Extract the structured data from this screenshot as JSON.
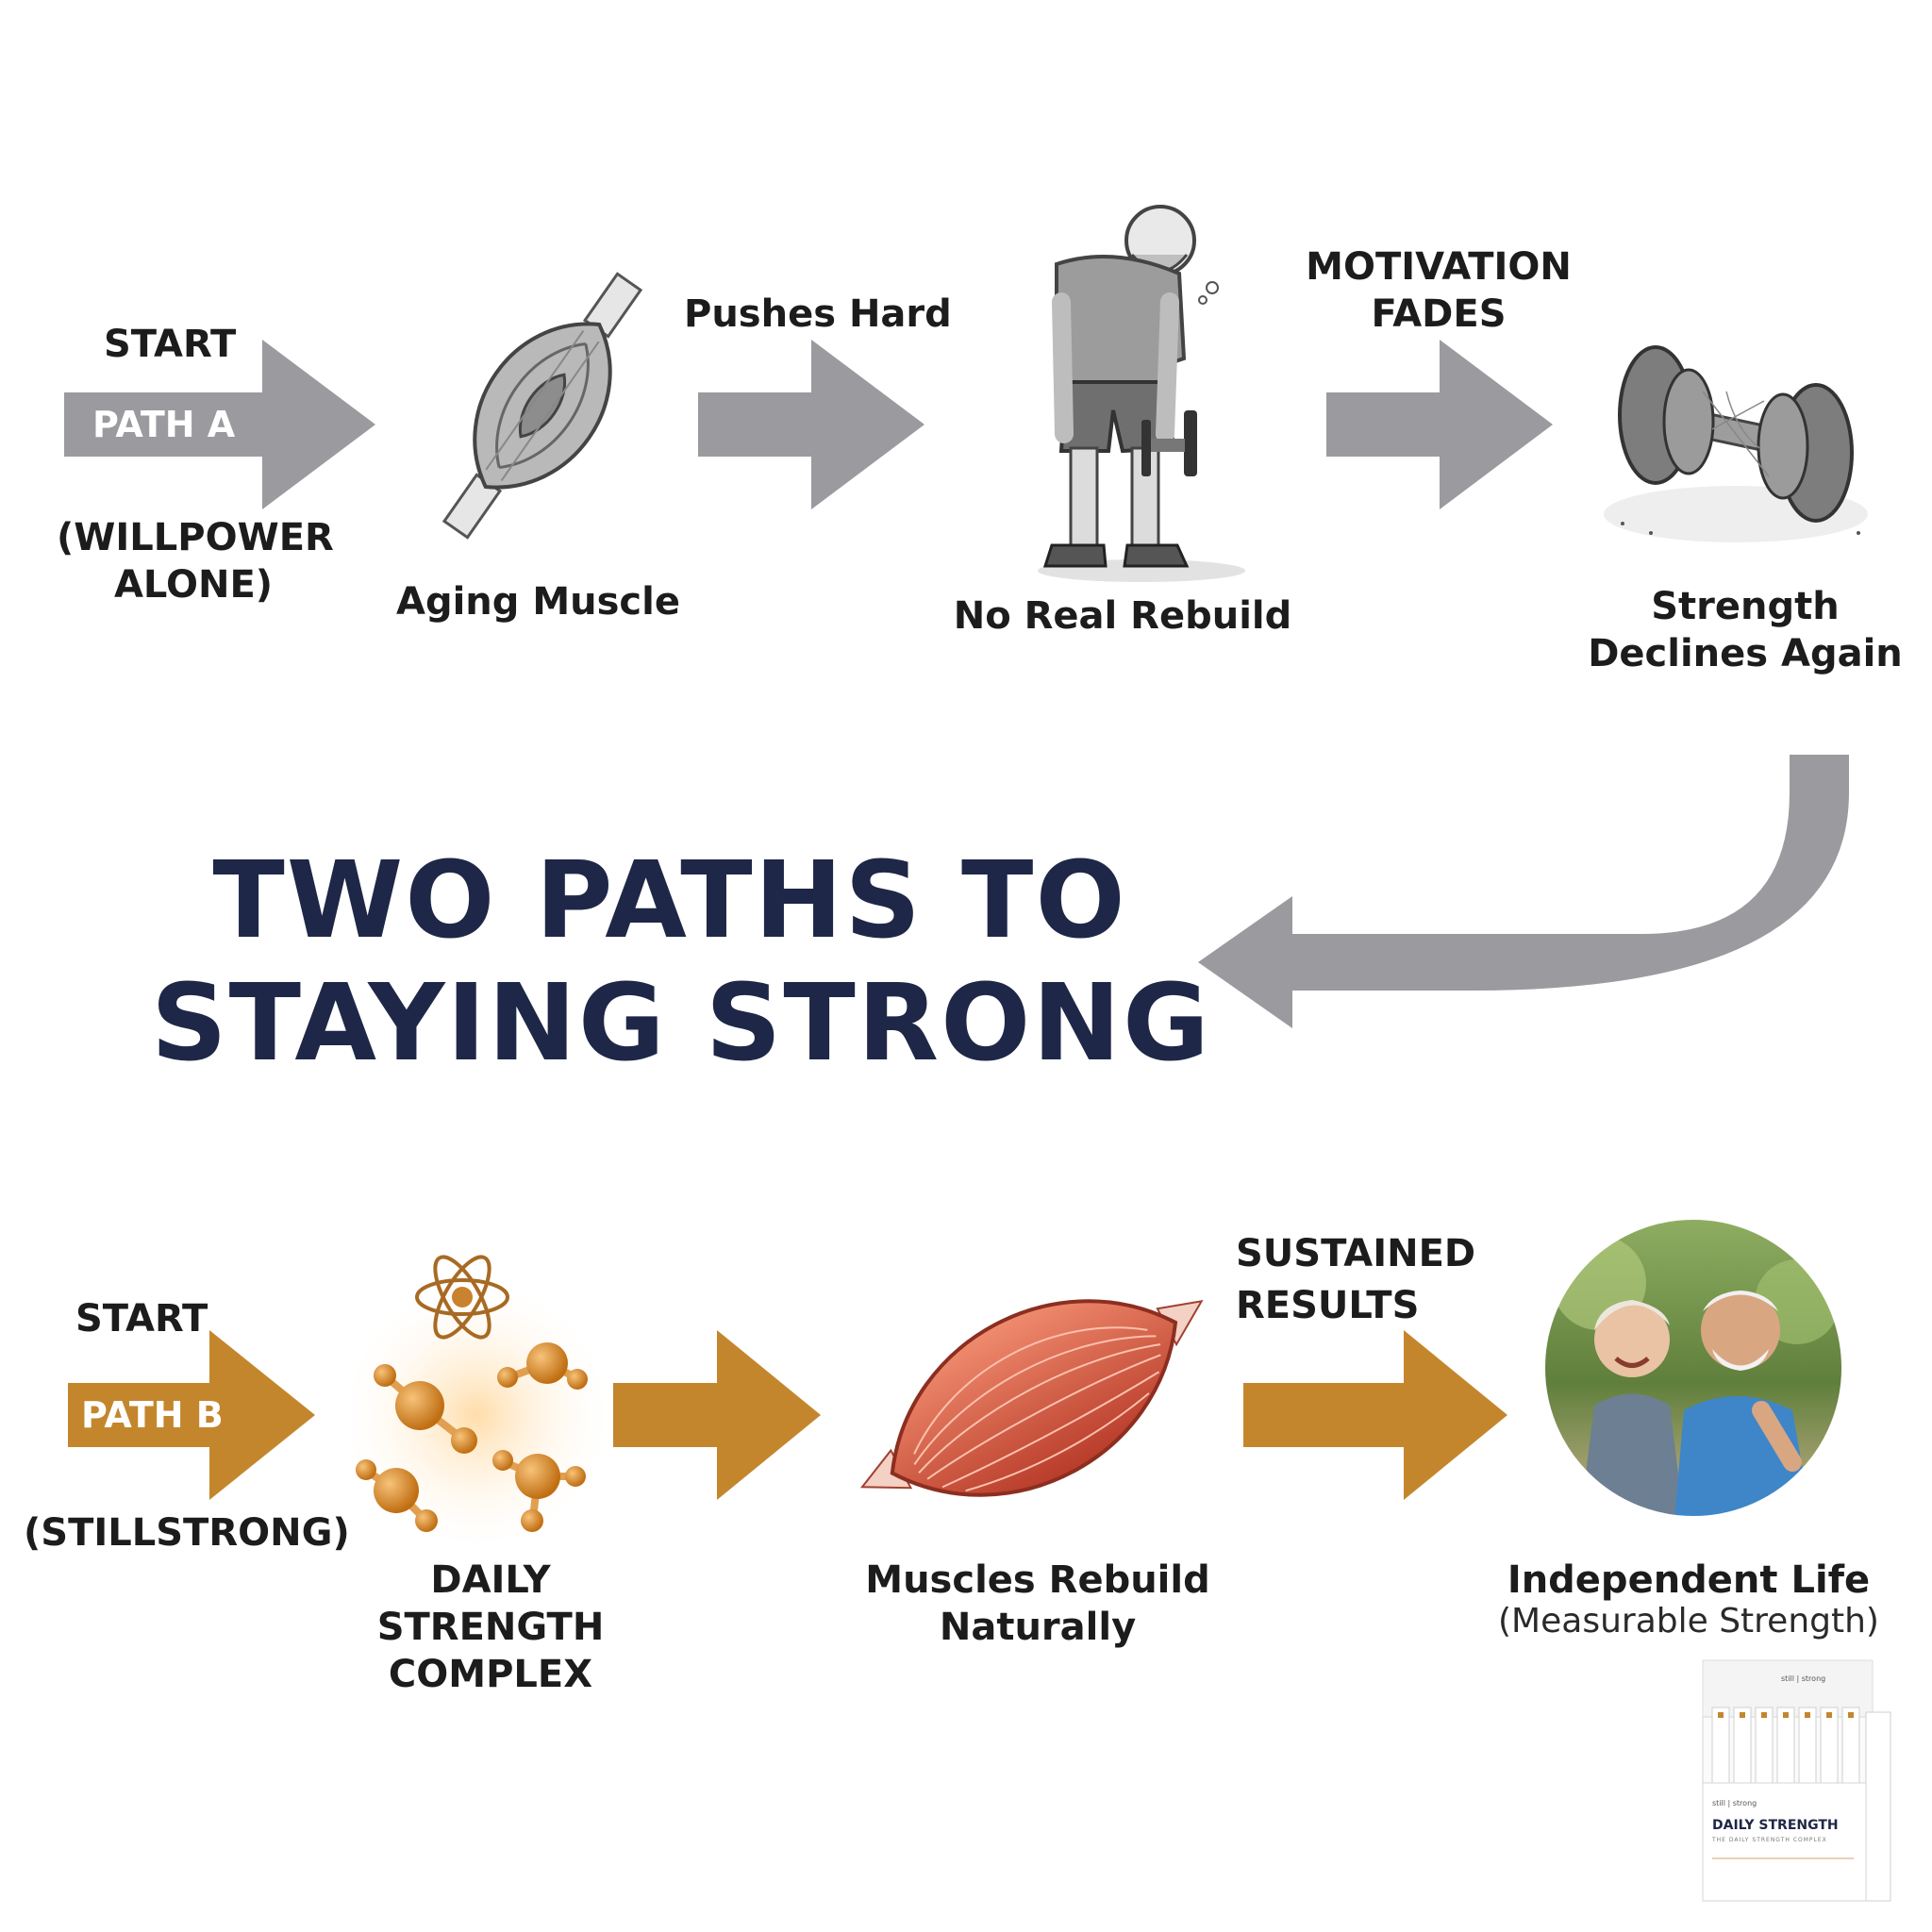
{
  "title": {
    "line1": "TWO PATHS TO",
    "line2": "STAYING STRONG"
  },
  "path_a": {
    "start": "START",
    "name": "PATH A",
    "note": "(WILLPOWER ALONE)",
    "steps": [
      "Aging Muscle",
      "No Real Rebuild",
      "Strength Declines Again"
    ],
    "transitions": [
      "Pushes Hard",
      "MOTIVATION FADES"
    ],
    "color": "#9a9a9f"
  },
  "path_b": {
    "start": "START",
    "name": "PATH B",
    "note": "(STILLSTRONG)",
    "steps": [
      "DAILY STRENGTH COMPLEX",
      "Muscles Rebuild Naturally",
      "Independent Life"
    ],
    "final_sub": "(Measurable Strength)",
    "transitions": [
      "SUSTAINED RESULTS"
    ],
    "color": "#c4862d"
  },
  "product": {
    "brand": "still | strong",
    "name": "DAILY STRENGTH",
    "tagline": "THE DAILY STRENGTH COMPLEX"
  }
}
